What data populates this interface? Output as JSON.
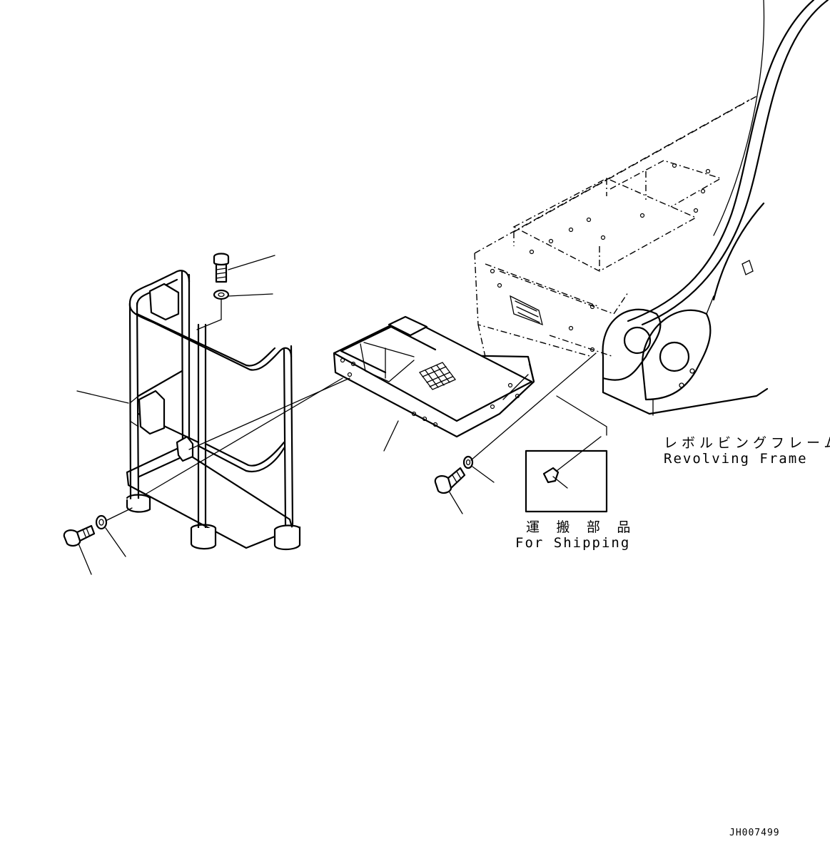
{
  "revolving_frame": {
    "label_jp": "レボルビングフレーム",
    "label_en": "Revolving Frame"
  },
  "shipping_detail": {
    "label_jp": "運 搬 部 品",
    "label_en": "For Shipping"
  },
  "drawing_id": "JH007499"
}
